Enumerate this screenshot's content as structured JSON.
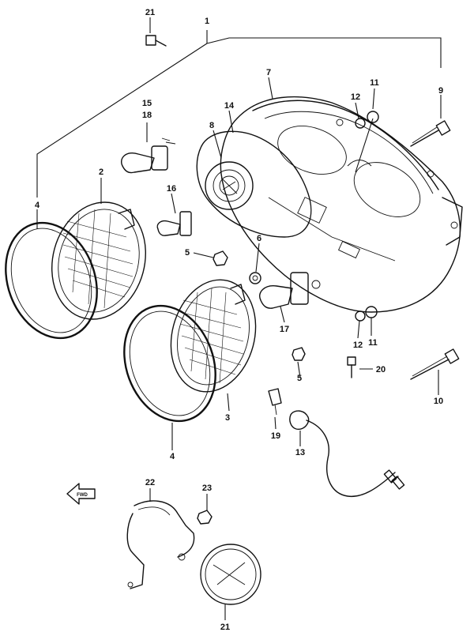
{
  "callouts": [
    {
      "id": "c21a",
      "text": "21"
    },
    {
      "id": "c1",
      "text": "1"
    },
    {
      "id": "c7",
      "text": "7"
    },
    {
      "id": "c11a",
      "text": "11"
    },
    {
      "id": "c12a",
      "text": "12"
    },
    {
      "id": "c9",
      "text": "9"
    },
    {
      "id": "c15",
      "text": "15"
    },
    {
      "id": "c18",
      "text": "18"
    },
    {
      "id": "c14",
      "text": "14"
    },
    {
      "id": "c8",
      "text": "8"
    },
    {
      "id": "c2",
      "text": "2"
    },
    {
      "id": "c4a",
      "text": "4"
    },
    {
      "id": "c16",
      "text": "16"
    },
    {
      "id": "c5a",
      "text": "5"
    },
    {
      "id": "c6",
      "text": "6"
    },
    {
      "id": "c17",
      "text": "17"
    },
    {
      "id": "c12b",
      "text": "12"
    },
    {
      "id": "c11b",
      "text": "11"
    },
    {
      "id": "c20",
      "text": "20"
    },
    {
      "id": "c5b",
      "text": "5"
    },
    {
      "id": "c10",
      "text": "10"
    },
    {
      "id": "c3",
      "text": "3"
    },
    {
      "id": "c19",
      "text": "19"
    },
    {
      "id": "c13",
      "text": "13"
    },
    {
      "id": "c4b",
      "text": "4"
    },
    {
      "id": "c22",
      "text": "22"
    },
    {
      "id": "c23",
      "text": "23"
    },
    {
      "id": "c21b",
      "text": "21"
    }
  ],
  "front_arrow": {
    "label": "FWD"
  }
}
